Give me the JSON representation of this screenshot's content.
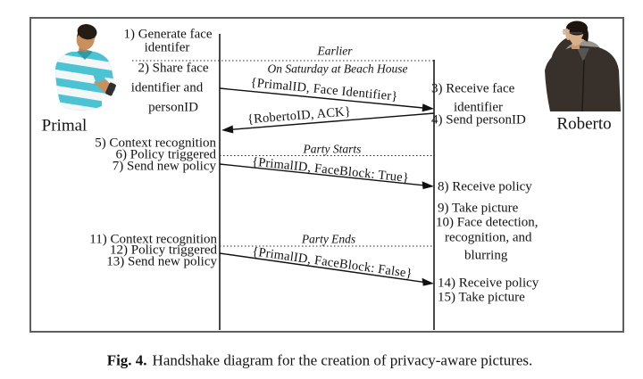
{
  "actors": {
    "left": {
      "name": "Primal"
    },
    "right": {
      "name": "Roberto"
    }
  },
  "phases": [
    {
      "label": "Earlier"
    },
    {
      "label": "On Saturday at Beach House"
    },
    {
      "label": "Party Starts"
    },
    {
      "label": "Party Ends"
    }
  ],
  "notes_left": [
    {
      "lines": [
        "1) Generate face",
        "identifer"
      ]
    },
    {
      "lines": [
        "2) Share face",
        "identifier and",
        "personID"
      ]
    },
    {
      "lines": [
        "5) Context recognition",
        "6) Policy triggered",
        "7) Send new policy"
      ]
    },
    {
      "lines": [
        "11) Context recognition",
        "12) Policy triggered",
        "13) Send new policy"
      ]
    }
  ],
  "notes_right": [
    {
      "lines": [
        "3) Receive face",
        "identifier"
      ]
    },
    {
      "lines": [
        "4) Send personID"
      ]
    },
    {
      "lines": [
        "8) Receive policy"
      ]
    },
    {
      "lines": [
        "9) Take picture"
      ]
    },
    {
      "lines": [
        "10) Face detection,",
        "recognition, and",
        "blurring"
      ]
    },
    {
      "lines": [
        "14) Receive policy",
        "15) Take picture"
      ]
    }
  ],
  "messages": [
    {
      "label": "{PrimalID, Face Identifier}",
      "direction": "right"
    },
    {
      "label": "{RobertoID, ACK}",
      "direction": "left"
    },
    {
      "label": "{PrimalID, FaceBlock: True}",
      "direction": "right"
    },
    {
      "label": "{PrimalID, FaceBlock: False}",
      "direction": "right"
    }
  ],
  "caption": {
    "label": "Fig. 4.",
    "text": "Handshake diagram for the creation of privacy-aware pictures."
  },
  "palette": {
    "line": "#1a1a1a",
    "frame_border": "#5f5f5f",
    "primal_shirt": "#4cc3d3",
    "primal_skin": "#c9905f",
    "roberto_hoodie": "#38302a",
    "roberto_skin": "#d9b08c"
  }
}
